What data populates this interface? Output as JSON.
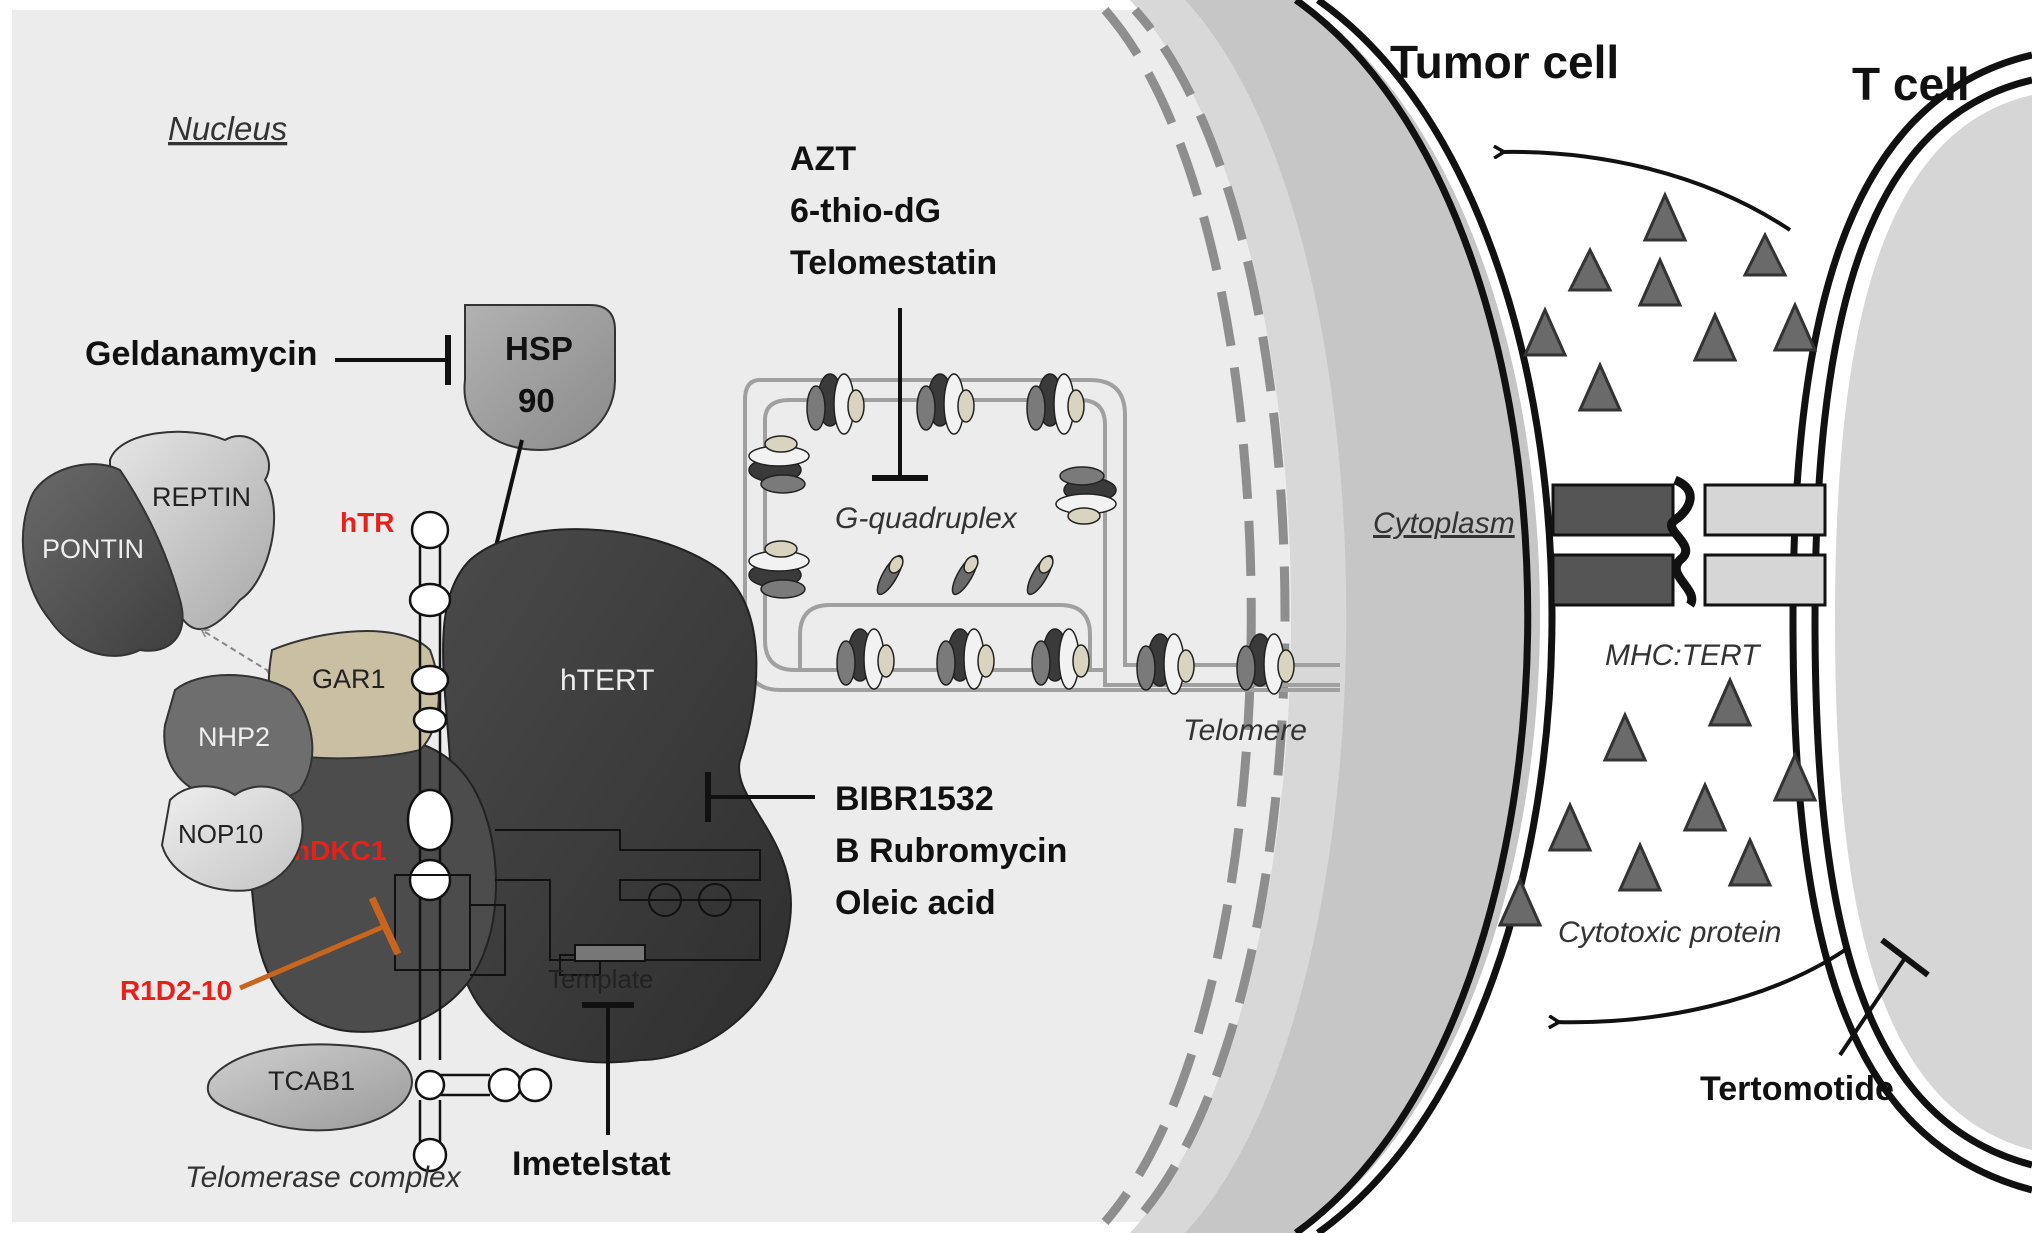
{
  "labels": {
    "nucleus": "Nucleus",
    "cytoplasm": "Cytoplasm",
    "tumor_cell": "Tumor cell",
    "t_cell": "T cell",
    "telomere": "Telomere",
    "g_quadruplex": "G-quadruplex",
    "telomerase_complex": "Telomerase complex",
    "template": "Template",
    "mhc_tert": "MHC:TERT",
    "cytotoxic_protein": "Cytotoxic protein"
  },
  "proteins": {
    "hsp90_line1": "HSP",
    "hsp90_line2": "90",
    "reptin": "REPTIN",
    "pontin": "PONTIN",
    "gar1": "GAR1",
    "nhp2": "NHP2",
    "nop10": "NOP10",
    "htert": "hTERT",
    "tcab1": "TCAB1",
    "htr": "hTR",
    "hdkc1": "hDKC1"
  },
  "drugs": {
    "geldanamycin": "Geldanamycin",
    "g4_ligands": [
      "AZT",
      "6-thio-dG",
      "Telomestatin"
    ],
    "htert_inhibitors": [
      "BIBR1532",
      "B Rubromycin",
      "Oleic acid"
    ],
    "r1d2": "R1D2-10",
    "imetelstat": "Imetelstat",
    "tertomotide": "Tertomotide"
  },
  "colors": {
    "nucleus_bg": "#ececec",
    "cytoplasm": "#c8c8c8",
    "membrane": "#111111",
    "htert": "#3d3d3d",
    "hdkc1": "#4c4c4c",
    "gar1": "#c9c0a4",
    "red_label": "#e8201c",
    "orange_inhibitor": "#c8651e",
    "triangle": "#5a5a5a"
  }
}
